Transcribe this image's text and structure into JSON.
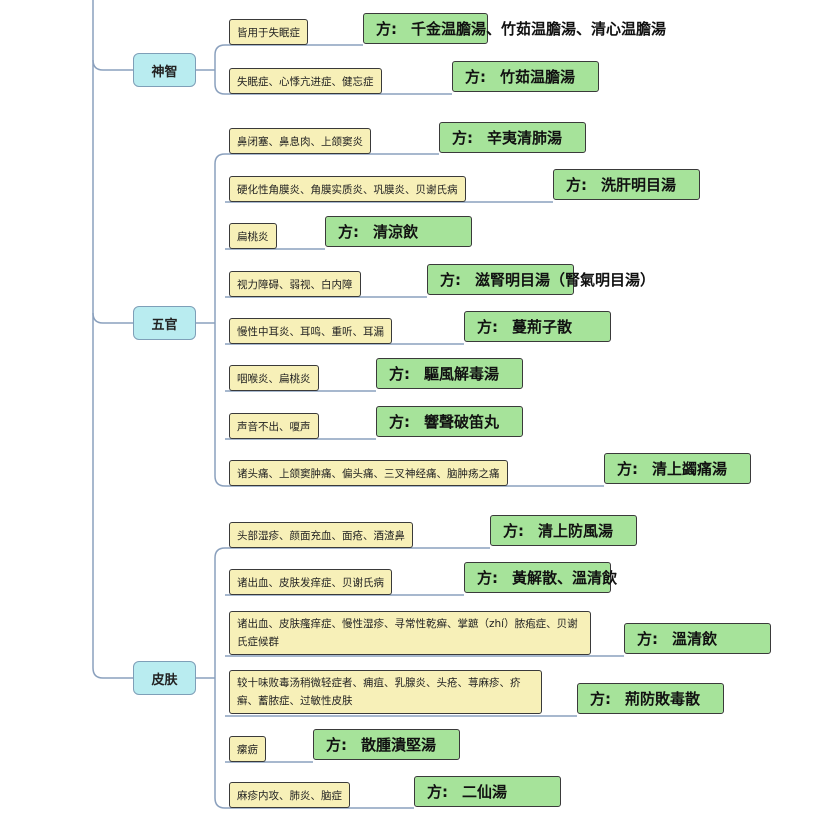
{
  "categories": [
    {
      "label": "神智"
    },
    {
      "label": "五官"
    },
    {
      "label": "皮肤"
    }
  ],
  "groups": {
    "shenzhi": [
      {
        "symptom": "皆用于失眠症",
        "prefix": "方:",
        "formula": "千金温膽湯、竹茹温膽湯、清心温膽湯"
      },
      {
        "symptom": "失眠症、心悸亢进症、健忘症",
        "prefix": "方:",
        "formula": "竹茹温膽湯"
      }
    ],
    "wuguan": [
      {
        "symptom": "鼻闭塞、鼻息肉、上颌窦炎",
        "prefix": "方:",
        "formula": "辛夷清肺湯"
      },
      {
        "symptom": "硬化性角膜炎、角膜实质炎、巩膜炎、贝谢氏病",
        "prefix": "方:",
        "formula": "洗肝明目湯"
      },
      {
        "symptom": "扁桃炎",
        "prefix": "方:",
        "formula": "清涼飲"
      },
      {
        "symptom": "视力障碍、弱视、白内障",
        "prefix": "方:",
        "formula": "滋腎明目湯（腎氣明目湯）"
      },
      {
        "symptom": "慢性中耳炎、耳鸣、重听、耳漏",
        "prefix": "方:",
        "formula": "蔓荊子散"
      },
      {
        "symptom": "咽喉炎、扁桃炎",
        "prefix": "方:",
        "formula": "驅風解毒湯"
      },
      {
        "symptom": "声音不出、嗄声",
        "prefix": "方:",
        "formula": "響聲破笛丸"
      },
      {
        "symptom": "诸头痛、上颌窦肿痛、偏头痛、三叉神经痛、脑肿疡之痛",
        "prefix": "方:",
        "formula": "清上蠲痛湯"
      }
    ],
    "pifu": [
      {
        "symptom": "头部湿疹、颜面充血、面疮、酒渣鼻",
        "prefix": "方:",
        "formula": "清上防風湯"
      },
      {
        "symptom": "诸出血、皮肤发痒症、贝谢氏病",
        "prefix": "方:",
        "formula": "黃解散、溫清飲"
      },
      {
        "symptom": "诸出血、皮肤瘙痒症、慢性湿疹、寻常性乾癣、掌蹠（zhí）脓疱症、贝谢氏症候群",
        "prefix": "方:",
        "formula": "溫清飲"
      },
      {
        "symptom": "较十味败毒汤稍微轻症者、痈疽、乳腺炎、头疮、荨麻疹、疥癣、蓄脓症、过敏性皮肤",
        "prefix": "方:",
        "formula": "荊防敗毒散"
      },
      {
        "symptom": "瘰疬",
        "prefix": "方:",
        "formula": "散腫潰堅湯"
      },
      {
        "symptom": "麻疹内攻、肺炎、脑症",
        "prefix": "方:",
        "formula": "二仙湯"
      }
    ]
  },
  "colors": {
    "category_fill": "#b9ecf0",
    "symptom_fill": "#f7f0b8",
    "formula_fill": "#a6e39a",
    "connector": "#8aa0bd"
  }
}
